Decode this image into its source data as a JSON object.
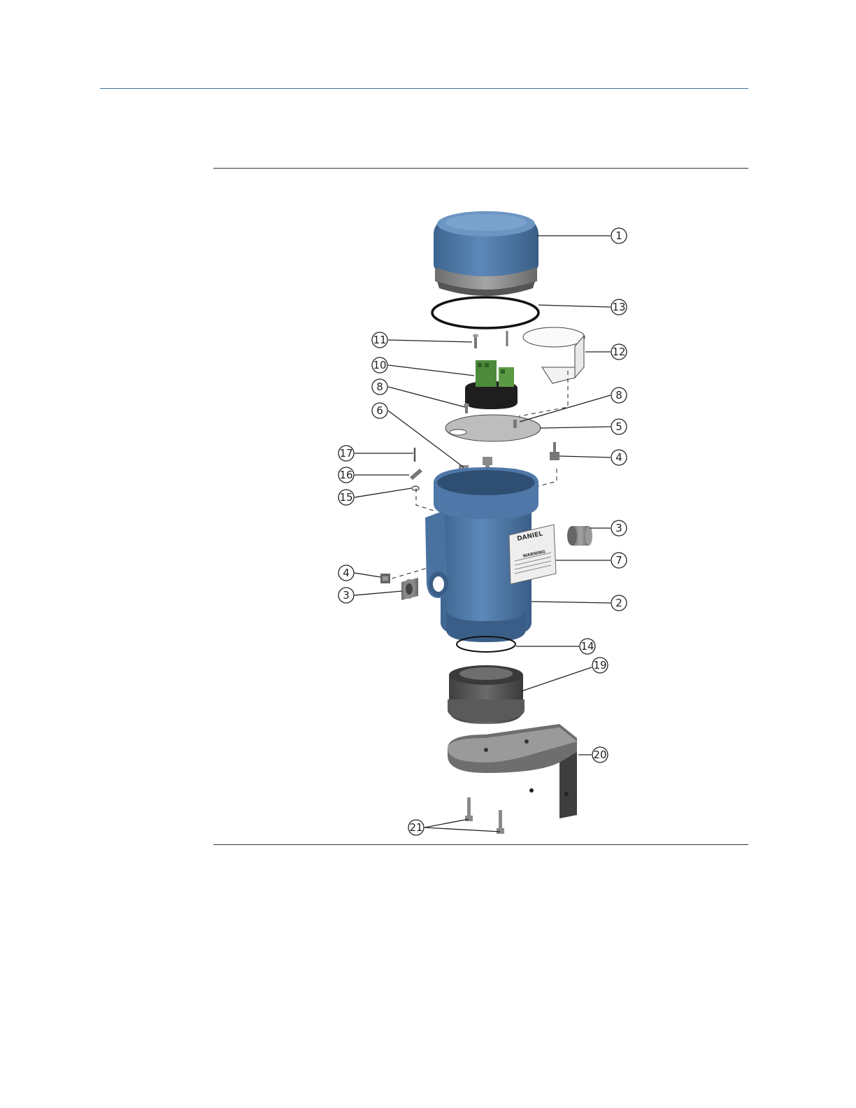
{
  "callouts": [
    {
      "id": "c1",
      "label": "1"
    },
    {
      "id": "c13",
      "label": "13"
    },
    {
      "id": "c11",
      "label": "11"
    },
    {
      "id": "c12",
      "label": "12"
    },
    {
      "id": "c10",
      "label": "10"
    },
    {
      "id": "c8a",
      "label": "8"
    },
    {
      "id": "c8b",
      "label": "8"
    },
    {
      "id": "c6",
      "label": "6"
    },
    {
      "id": "c5",
      "label": "5"
    },
    {
      "id": "c17",
      "label": "17"
    },
    {
      "id": "c4a",
      "label": "4"
    },
    {
      "id": "c16",
      "label": "16"
    },
    {
      "id": "c15",
      "label": "15"
    },
    {
      "id": "c3a",
      "label": "3"
    },
    {
      "id": "c7",
      "label": "7"
    },
    {
      "id": "c4b",
      "label": "4"
    },
    {
      "id": "c3b",
      "label": "3"
    },
    {
      "id": "c2",
      "label": "2"
    },
    {
      "id": "c14",
      "label": "14"
    },
    {
      "id": "c19",
      "label": "19"
    },
    {
      "id": "c20",
      "label": "20"
    },
    {
      "id": "c21",
      "label": "21"
    }
  ],
  "label_plate": {
    "brand": "DANIEL",
    "heading": "WARNING"
  },
  "colors": {
    "housing_blue": "#4f78a8",
    "housing_dark": "#3a5e87",
    "metal_gray": "#8a8a8a",
    "terminal_green": "#4d8a3a",
    "rule_blue": "#3f6f95"
  }
}
